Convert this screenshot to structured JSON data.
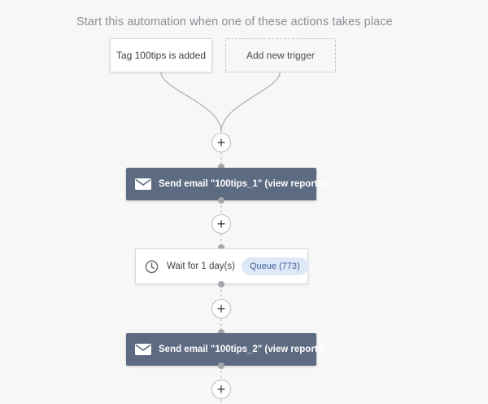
{
  "heading": "Start this automation when one of these actions takes place",
  "triggers": [
    {
      "label": "Tag 100tips is added"
    },
    {
      "label": "Add new trigger"
    }
  ],
  "steps": {
    "email_1": {
      "label": "Send email \"100tips_1\" (view reports)",
      "icon": "envelope-icon"
    },
    "wait": {
      "label": "Wait for 1 day(s)",
      "queue_label": "Queue (773)",
      "icon": "clock-icon"
    },
    "email_2": {
      "label": "Send email \"100tips_2\" (view reports)",
      "icon": "envelope-icon"
    }
  },
  "add_step_symbol": "+",
  "colors": {
    "email_step_bg": "#5d6b82",
    "queue_badge_bg": "#dfe8f7",
    "queue_badge_text": "#3e5e99",
    "connector": "#b0b3b7",
    "page_bg": "#f7f7f7"
  }
}
